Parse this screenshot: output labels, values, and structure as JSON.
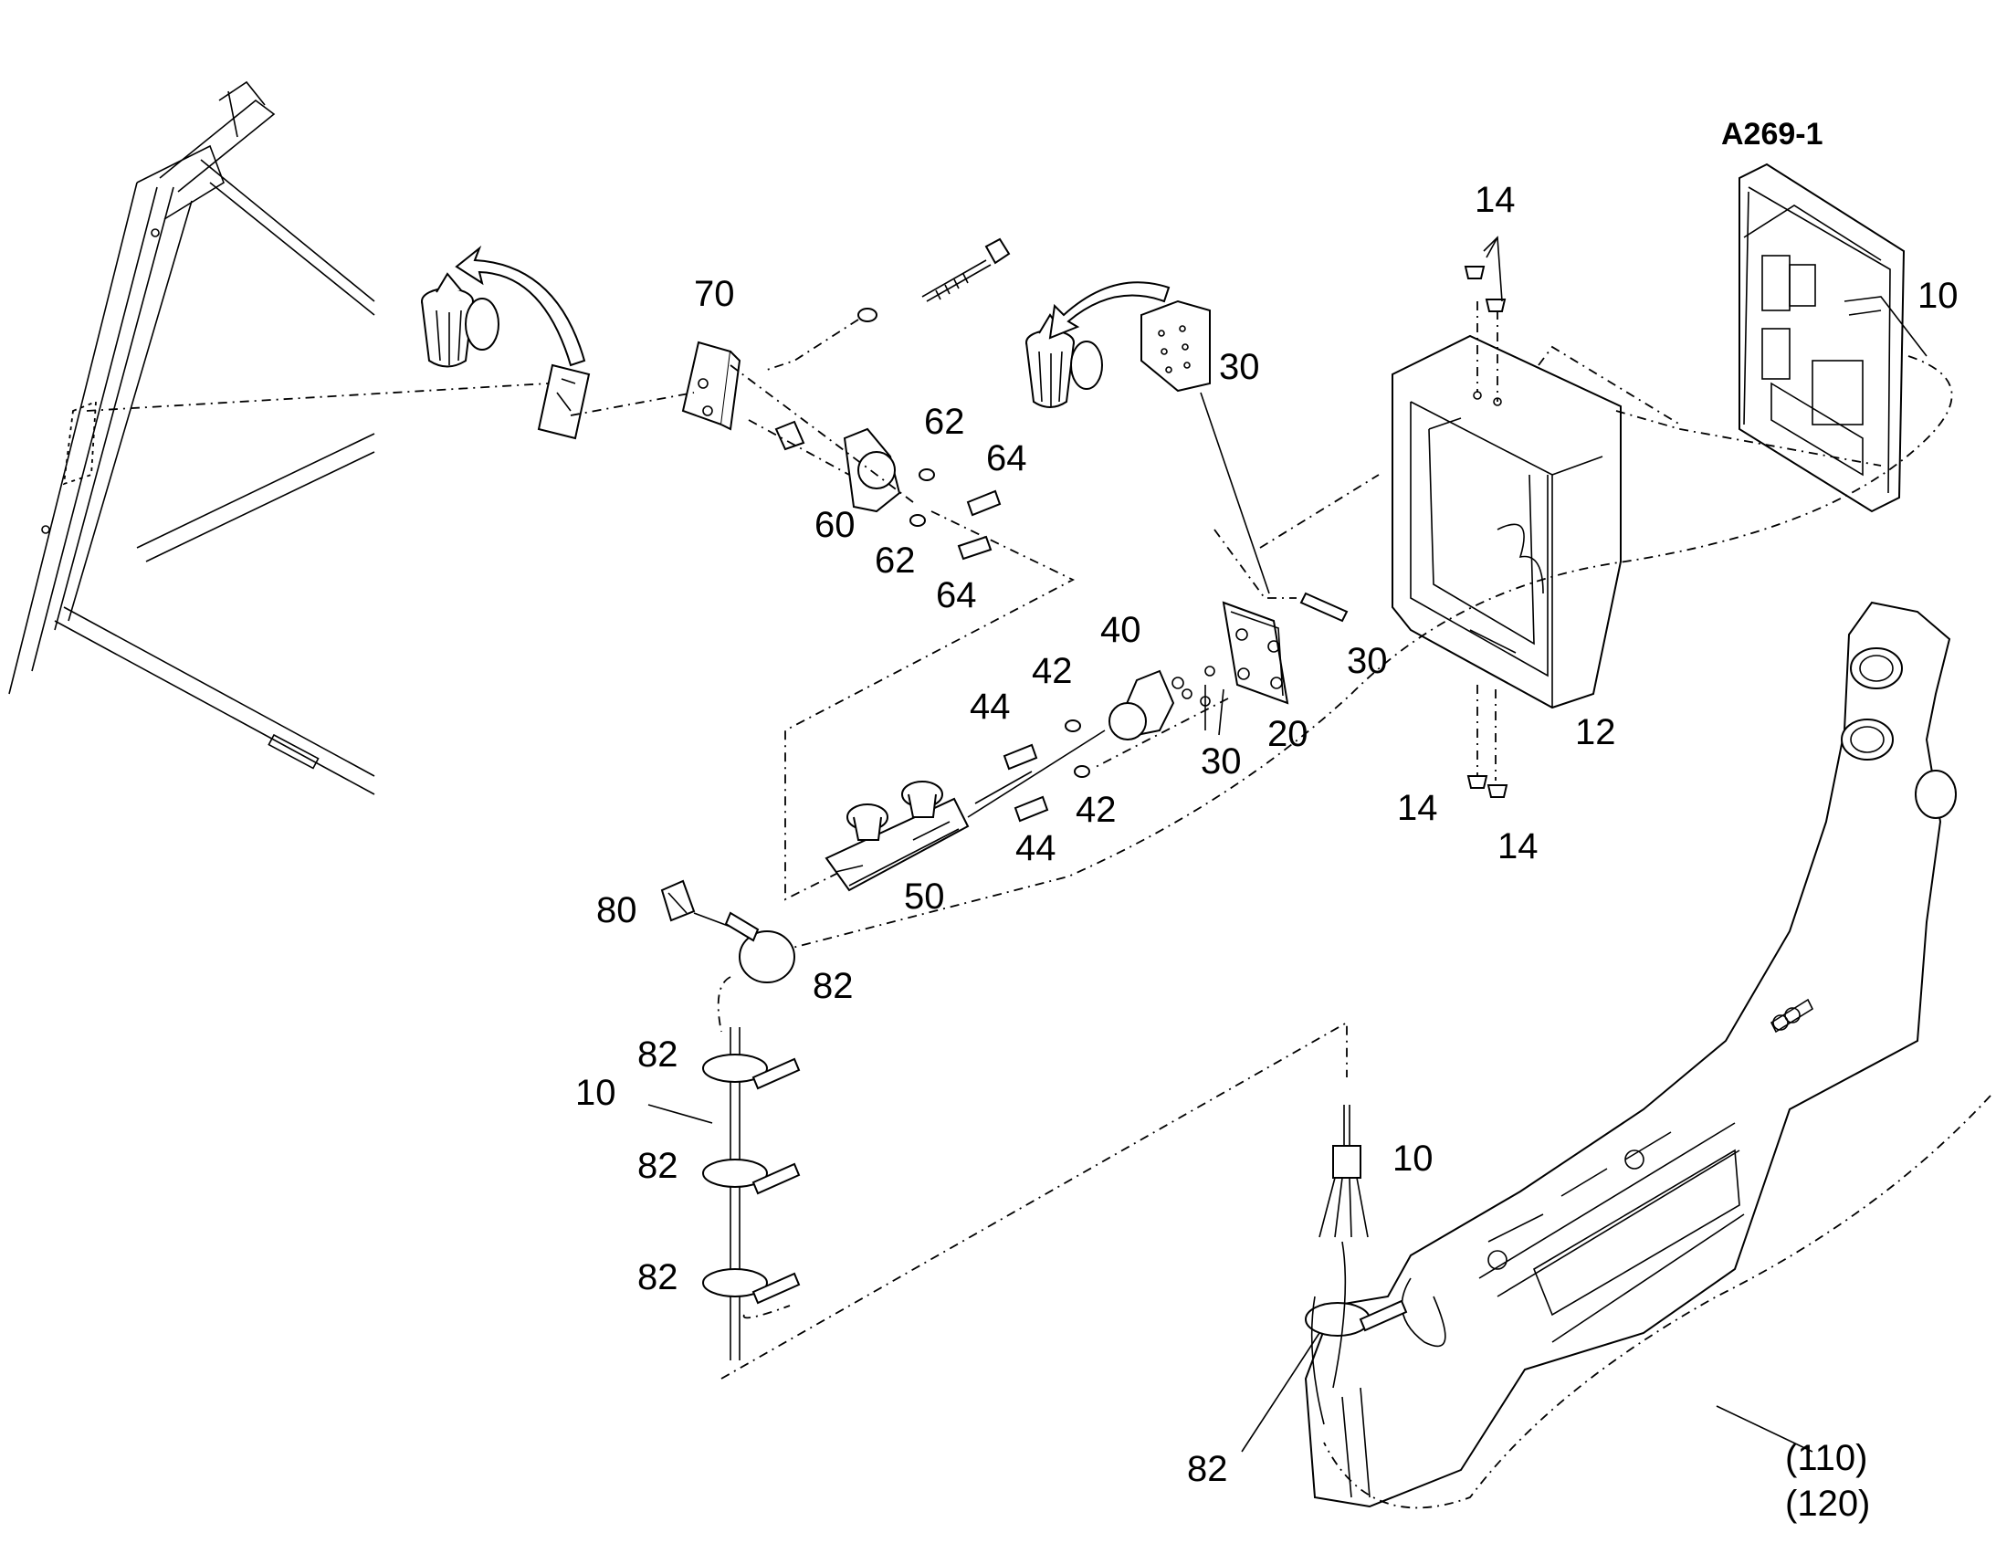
{
  "diagram": {
    "reference": "A269-1",
    "labels": {
      "l_70": "70",
      "l_62a": "62",
      "l_64a": "64",
      "l_60": "60",
      "l_62b": "62",
      "l_64b": "64",
      "l_30a": "30",
      "l_14top": "14",
      "l_10top": "10",
      "l_40": "40",
      "l_42a": "42",
      "l_44a": "44",
      "l_30b": "30",
      "l_30c": "30",
      "l_20": "20",
      "l_42b": "42",
      "l_44b": "44",
      "l_12": "12",
      "l_14a": "14",
      "l_14b": "14",
      "l_50": "50",
      "l_80": "80",
      "l_82a": "82",
      "l_82b": "82",
      "l_10left": "10",
      "l_82c": "82",
      "l_82d": "82",
      "l_10mid": "10",
      "l_82e": "82",
      "l_110": "(110)",
      "l_120": "(120)"
    },
    "icons": [
      "trash-bin-icon",
      "curved-arrow-icon"
    ]
  }
}
